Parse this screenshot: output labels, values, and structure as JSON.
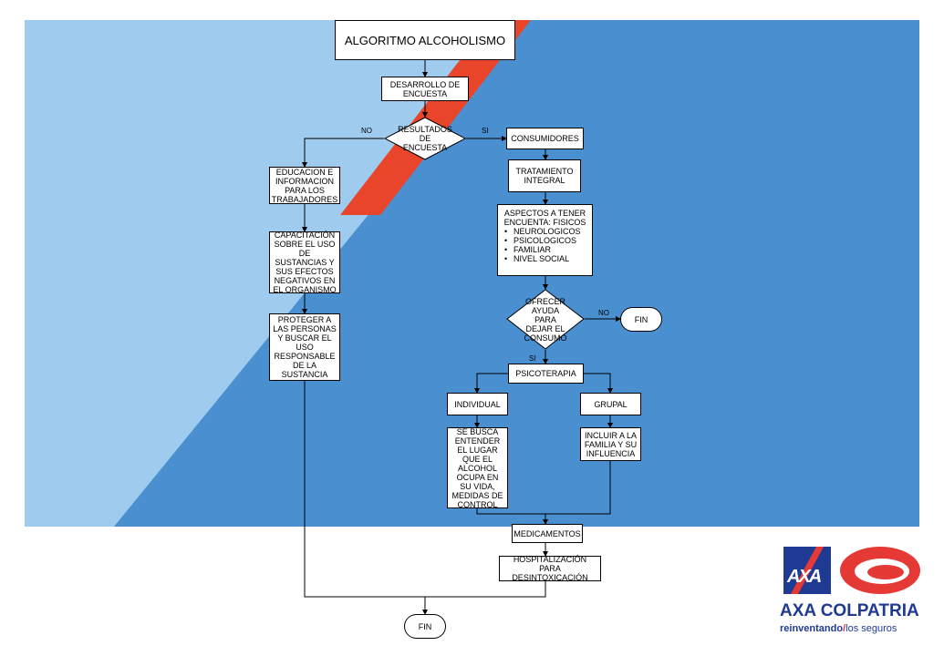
{
  "diagram": {
    "title": "ALGORITMO ALCOHOLISMO",
    "nodes": {
      "desarrollo": "DESARROLLO DE ENCUESTA",
      "resultados": "RESULTADOS DE ENCUESTA",
      "educacion": "EDUCACION E INFORMACION PARA LOS TRABAJADORES",
      "capacitacion": "CAPACITACIÓN SOBRE EL USO DE SUSTANCIAS Y SUS EFECTOS NEGATIVOS EN EL ORGANISMO",
      "proteger": "PROTEGER A LAS PERSONAS Y BUSCAR EL USO RESPONSABLE DE LA SUSTANCIA",
      "consumidores": "CONSUMIDORES",
      "tratamiento": "TRATAMIENTO INTEGRAL",
      "aspectos_title": "ASPECTOS A TENER ENCUENTA: FISICOS",
      "aspectos_items": [
        "NEUROLOGICOS",
        "PSICOLOGICOS",
        "FAMILIAR",
        "NIVEL SOCIAL"
      ],
      "ofrecer": "OFRECER AYUDA PARA DEJAR EL CONSUMO",
      "fin_right": "FIN",
      "psicoterapia": "PSICOTERAPIA",
      "individual": "INDIVIDUAL",
      "grupal": "GRUPAL",
      "se_busca": "SE BUSCA ENTENDER EL LUGAR QUE EL ALCOHOL OCUPA EN SU VIDA, MEDIDAS DE CONTROL",
      "incluir": "INCLUIR A LA FAMILIA Y SU INFLUENCIA",
      "medicamentos": "MEDICAMENTOS",
      "hospitalizacion": "HOSPITALIZACIÓN PARA DESINTOXICACIÓN",
      "fin_bottom": "FIN"
    },
    "edge_labels": {
      "resultados_no": "NO",
      "resultados_si": "SI",
      "ofrecer_no": "NO",
      "ofrecer_si": "SI"
    }
  },
  "logo": {
    "mark": "AXA",
    "brand": "AXA COLPATRIA",
    "tagline_bold": "reinventando",
    "tagline_slash": "/",
    "tagline_rest": "los seguros"
  },
  "colors": {
    "background_dark_blue": "#4a8fcf",
    "background_light_blue": "#9fcbee",
    "stripe_red": "#e8452a",
    "logo_blue": "#1f3a93",
    "logo_red": "#e53935"
  }
}
